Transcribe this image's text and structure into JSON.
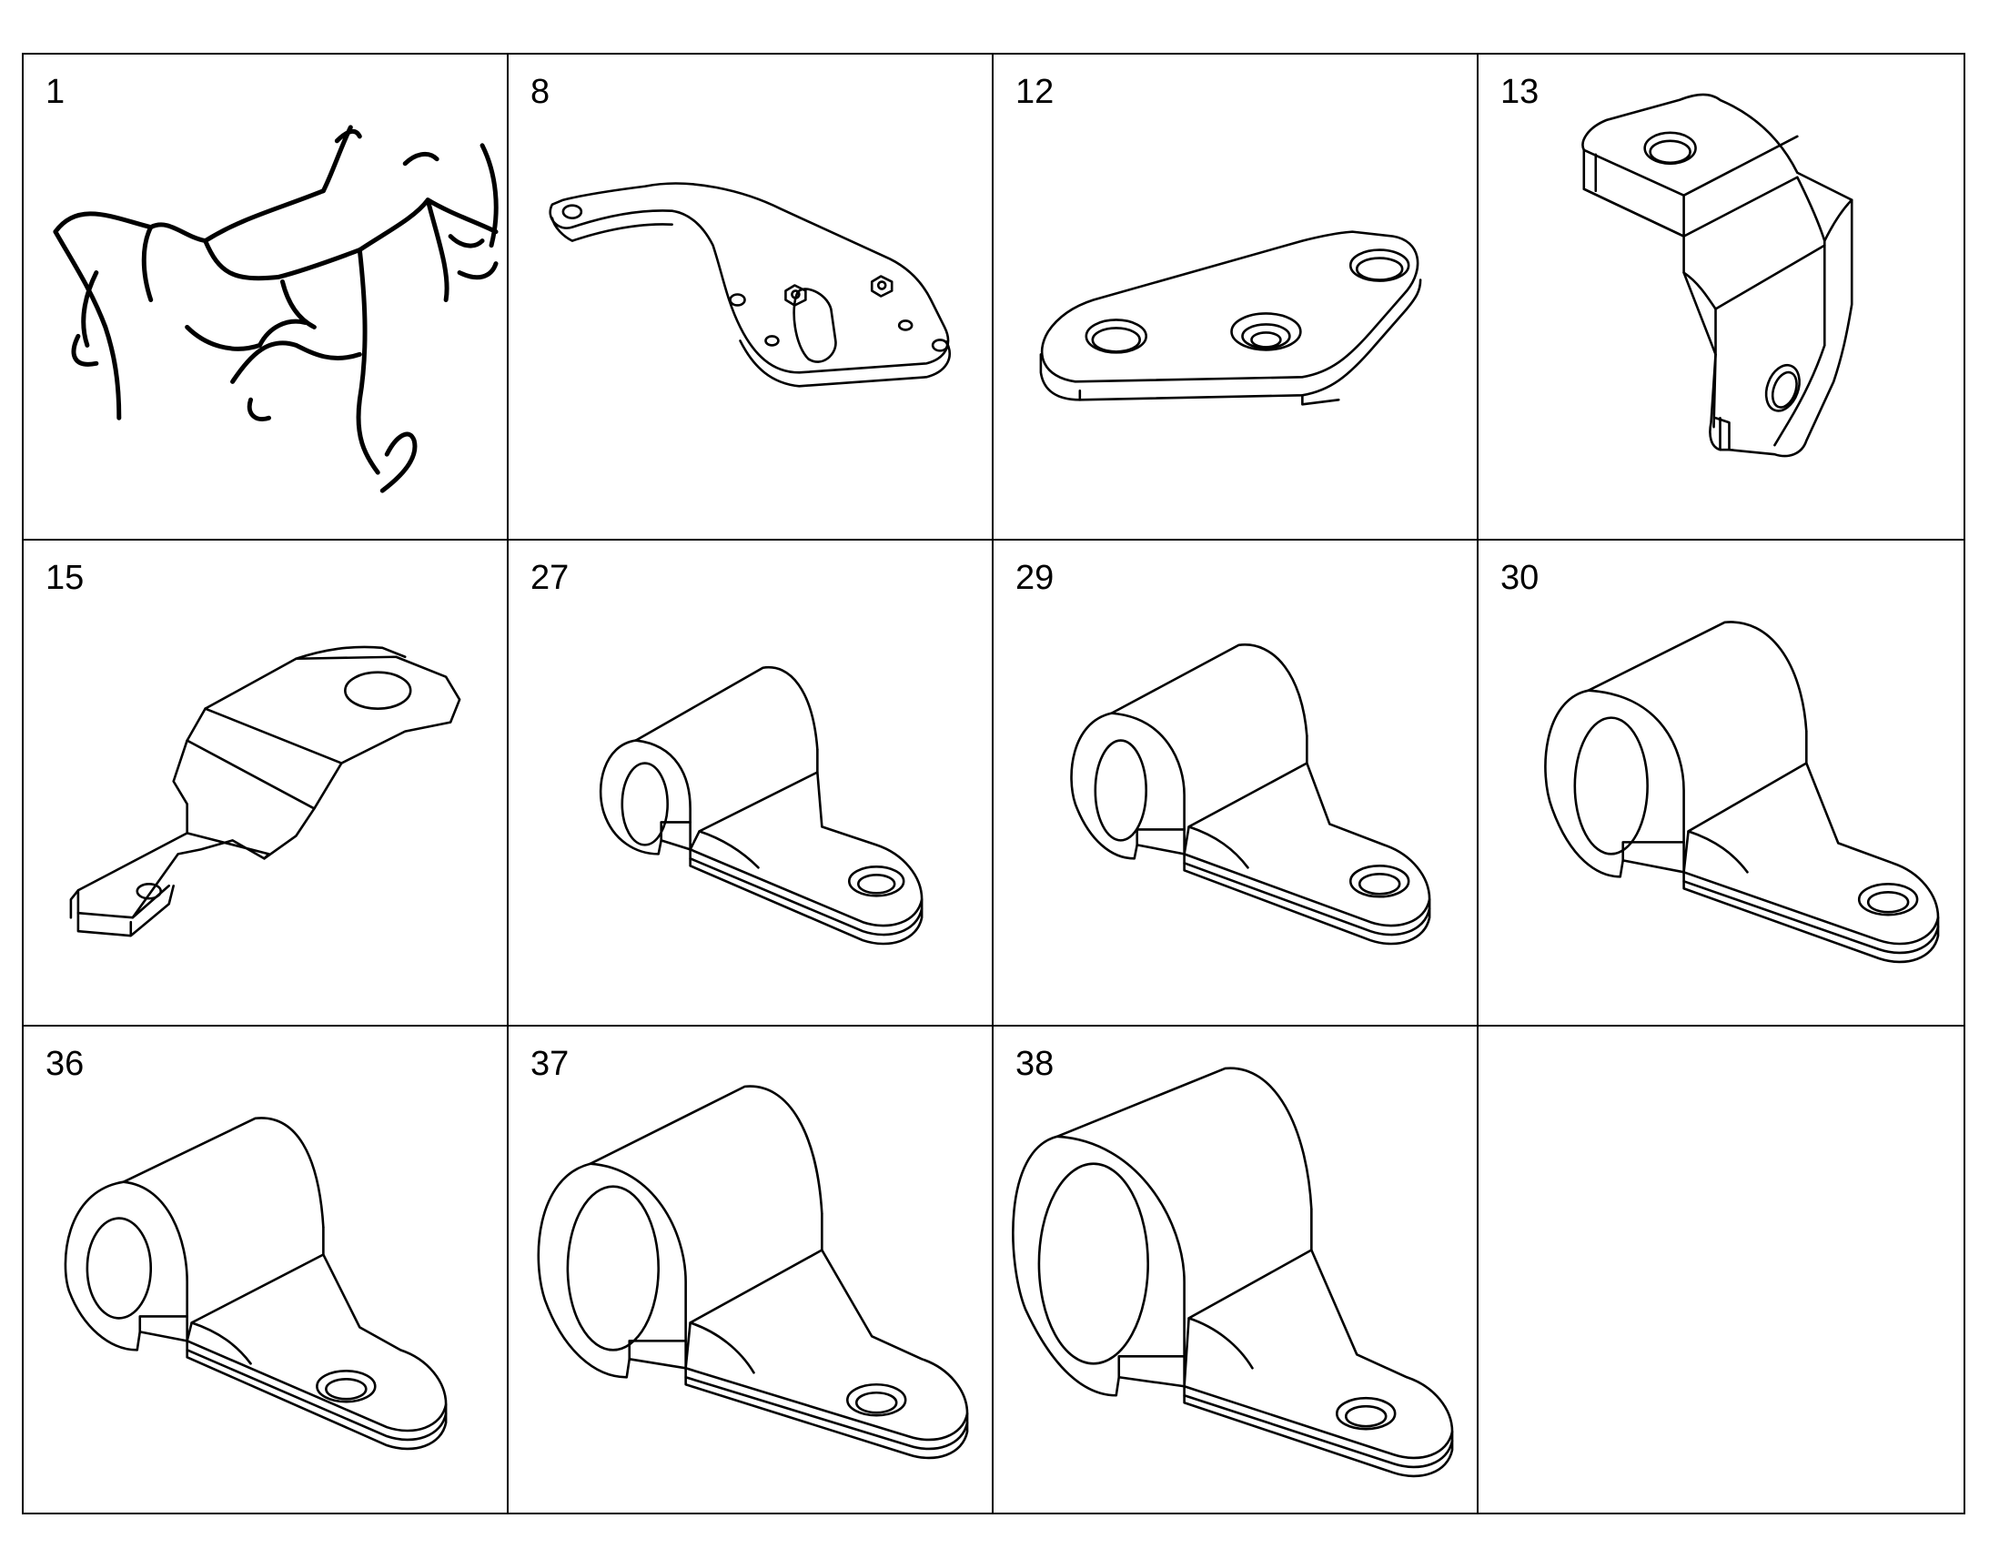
{
  "parts": [
    {
      "number": "1",
      "icon": "wiring-harness-icon"
    },
    {
      "number": "8",
      "icon": "mounting-bracket-icon"
    },
    {
      "number": "12",
      "icon": "mounting-plate-icon"
    },
    {
      "number": "13",
      "icon": "l-bracket-icon"
    },
    {
      "number": "15",
      "icon": "bent-strap-bracket-icon"
    },
    {
      "number": "27",
      "icon": "p-clamp-icon"
    },
    {
      "number": "29",
      "icon": "p-clamp-icon"
    },
    {
      "number": "30",
      "icon": "p-clamp-icon"
    },
    {
      "number": "36",
      "icon": "p-clamp-icon"
    },
    {
      "number": "37",
      "icon": "p-clamp-icon"
    },
    {
      "number": "38",
      "icon": "p-clamp-icon"
    }
  ]
}
